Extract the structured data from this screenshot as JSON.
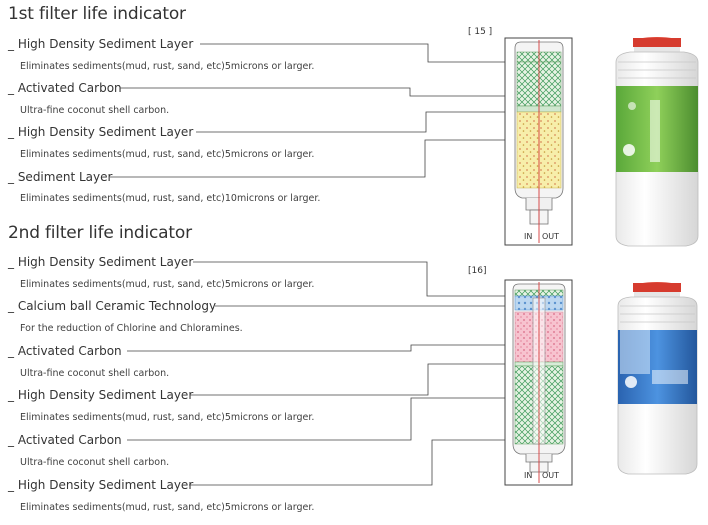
{
  "sections": [
    {
      "title": "1st filter life indicator",
      "tag": "[ 15 ]",
      "layers": [
        {
          "name": "_ High Density Sediment Layer",
          "desc": "Eliminates sediments(mud, rust, sand, etc)5microns or larger."
        },
        {
          "name": "_ Activated Carbon",
          "desc": "Ultra-fine coconut shell carbon."
        },
        {
          "name": "_ High Density Sediment Layer",
          "desc": "Eliminates sediments(mud, rust, sand, etc)5microns or larger."
        },
        {
          "name": "_ Sediment Layer",
          "desc": "Eliminates sediments(mud, rust, sand, etc)10microns or larger."
        }
      ],
      "cartridge_in": "IN",
      "cartridge_out": "OUT",
      "product_color": "#5aa83a"
    },
    {
      "title": "2nd filter life indicator",
      "tag": "[16]",
      "layers": [
        {
          "name": "_ High Density Sediment Layer",
          "desc": "Eliminates sediments(mud, rust, sand, etc)5microns or larger."
        },
        {
          "name": "_ Calcium ball Ceramic Technology",
          "desc": "For the reduction of Chlorine and Chloramines."
        },
        {
          "name": "_ Activated Carbon",
          "desc": "Ultra-fine coconut shell carbon."
        },
        {
          "name": "_ High Density Sediment Layer",
          "desc": "Eliminates sediments(mud, rust, sand, etc)5microns or larger."
        },
        {
          "name": "_ Activated Carbon",
          "desc": "Ultra-fine coconut shell carbon."
        },
        {
          "name": "_ High Density Sediment Layer",
          "desc": "Eliminates sediments(mud, rust, sand, etc)5microns or larger."
        }
      ],
      "cartridge_in": "IN",
      "cartridge_out": "OUT",
      "product_color": "#2f6fc0"
    }
  ],
  "colors": {
    "leader_line": "#444444",
    "sediment_mesh": "#2e8b57",
    "carbon": "#7fb04a",
    "sediment_yellow": "#f3e89a",
    "ceramic_blue": "#4f8fd0",
    "ceramic_pink": "#f4a6b5",
    "center_line": "#d43a3a"
  }
}
